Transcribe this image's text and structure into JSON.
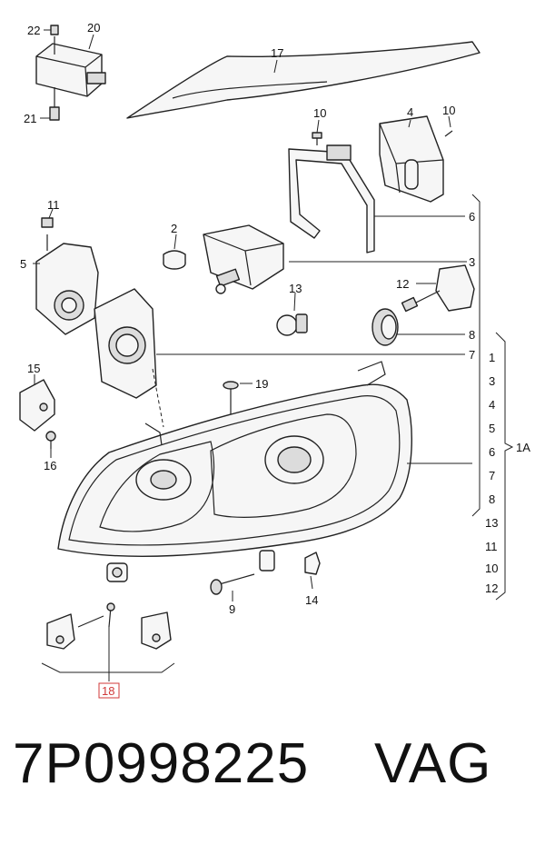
{
  "callouts": {
    "c22": "22",
    "c20": "20",
    "c21": "21",
    "c17": "17",
    "c10a": "10",
    "c4": "4",
    "c10b": "10",
    "c11": "11",
    "c2": "2",
    "c5": "5",
    "c6": "6",
    "c3": "3",
    "c13": "13",
    "c12": "12",
    "c8": "8",
    "c7": "7",
    "c15": "15",
    "c19": "19",
    "c16": "16",
    "c9": "9",
    "c14": "14",
    "c18": "18"
  },
  "bracket_list": [
    "1",
    "3",
    "4",
    "5",
    "6",
    "7",
    "8",
    "13",
    "11",
    "10",
    "12"
  ],
  "group_label": "1A",
  "part_number": "7P0998225",
  "brand": "VAG",
  "colors": {
    "line": "#222222",
    "highlight": "#d03a3a"
  }
}
